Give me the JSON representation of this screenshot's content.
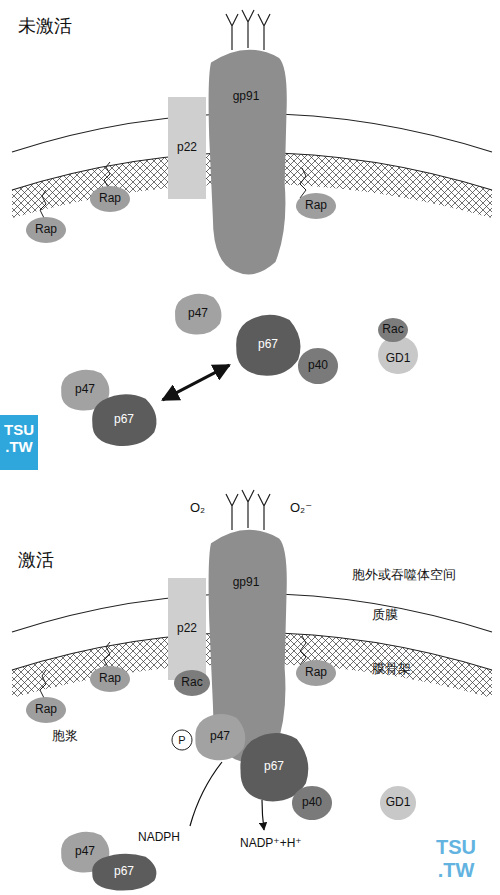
{
  "diagram": {
    "nodes": [
      {
        "text": [
          "p22"
        ]
      },
      {
        "text": [
          "gp91"
        ]
      },
      {
        "text": [
          "Rap"
        ]
      },
      {
        "text": [
          "Rap"
        ]
      },
      {
        "text": [
          "Rap"
        ]
      },
      {
        "text": [
          "p47"
        ]
      },
      {
        "text": [
          "Rac"
        ]
      },
      {
        "text": [
          "GD1"
        ]
      },
      {
        "text": [
          "p67"
        ]
      },
      {
        "text": [
          "p40"
        ]
      },
      {
        "text": [
          "p47"
        ]
      },
      {
        "text": [
          "p67"
        ]
      },
      {
        "text": [
          "p22"
        ]
      },
      {
        "text": [
          "gp91"
        ]
      },
      {
        "text": [
          "Rap"
        ]
      },
      {
        "text": [
          "Rap"
        ]
      },
      {
        "text": [
          "Rac"
        ]
      },
      {
        "text": [
          "Rap"
        ]
      },
      {
        "text": [
          "P"
        ]
      },
      {
        "text": [
          "p47"
        ]
      },
      {
        "text": [
          "p67"
        ]
      },
      {
        "text": [
          "p40"
        ]
      },
      {
        "text": [
          "GD1"
        ]
      },
      {
        "text": [
          "p47"
        ]
      },
      {
        "text": [
          "p67"
        ]
      }
    ],
    "edges": [
      {
        "from": 11,
        "to": 8,
        "arrow": "both"
      }
    ],
    "labels": [
      "未激活",
      "TSU .TW",
      "激活",
      "O₂",
      "O₂⁻",
      "胞外或吞噬体空间",
      "质膜",
      "膜骨架",
      "胞浆",
      "NADPH",
      "NADP⁺+H⁺",
      "TSU .TW"
    ]
  }
}
